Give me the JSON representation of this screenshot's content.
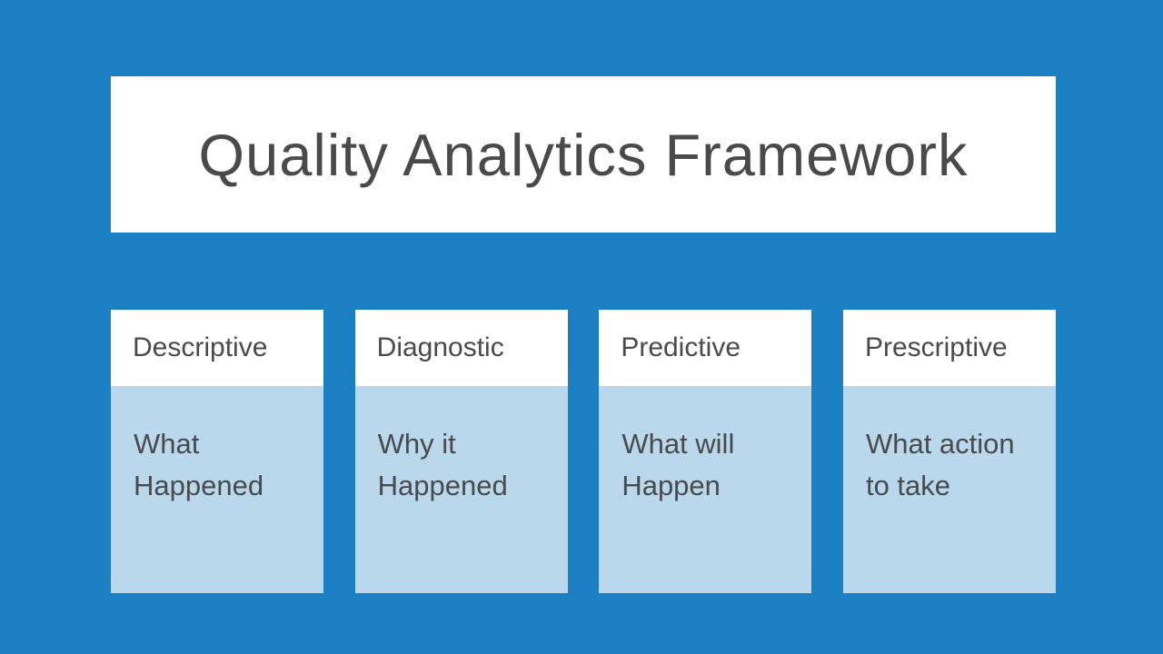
{
  "slide": {
    "title": "Quality Analytics Framework",
    "colors": {
      "background": "#1b80c3",
      "card_header_bg": "#ffffff",
      "card_body_bg": "#b9d8eb",
      "text": "#4a4a4c"
    },
    "columns": [
      {
        "header": "Descriptive",
        "body": "What Happened"
      },
      {
        "header": "Diagnostic",
        "body": "Why it Happened"
      },
      {
        "header": "Predictive",
        "body": "What will Happen"
      },
      {
        "header": "Prescriptive",
        "body": "What action to take"
      }
    ]
  }
}
